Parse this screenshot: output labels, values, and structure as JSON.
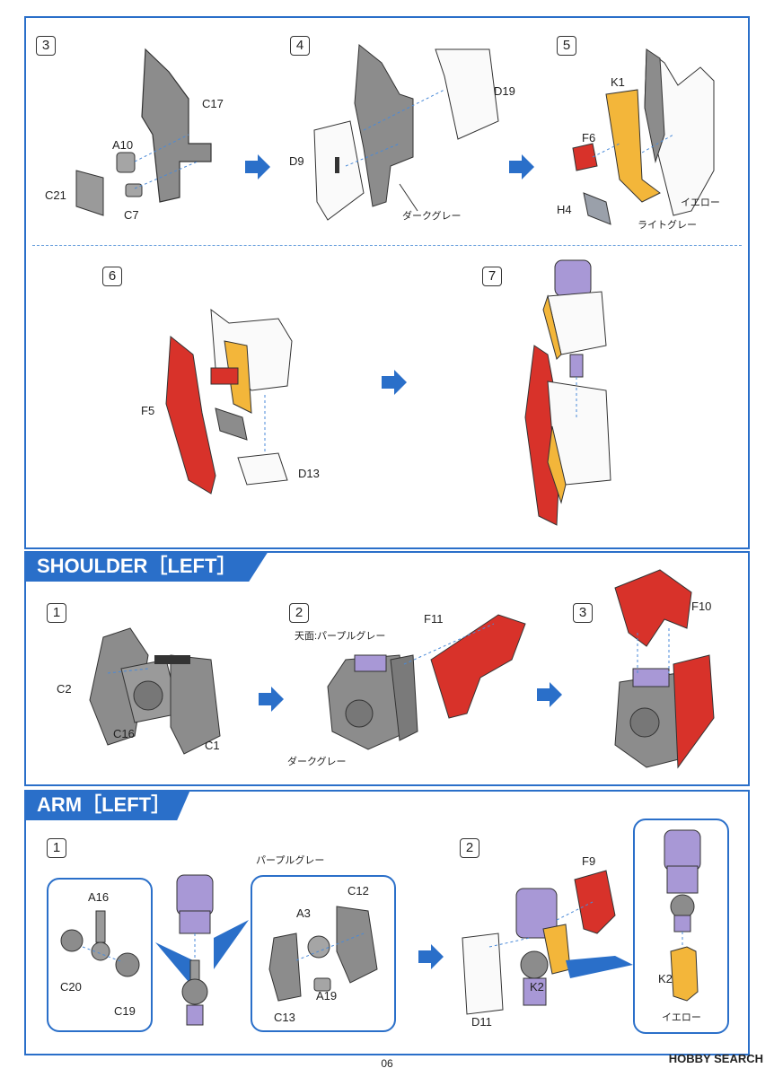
{
  "page_number": "06",
  "watermark": "HOBBY SEARCH",
  "sections": {
    "shoulder_title": "SHOULDER［LEFT］",
    "arm_title": "ARM［LEFT］"
  },
  "top_steps": {
    "s3": {
      "num": "3",
      "labels": [
        "C17",
        "A10",
        "C21",
        "C7"
      ]
    },
    "s4": {
      "num": "4",
      "labels": [
        "D19",
        "D9",
        "ダークグレー"
      ]
    },
    "s5": {
      "num": "5",
      "labels": [
        "K1",
        "F6",
        "イエロー",
        "H4",
        "ライトグレー"
      ]
    },
    "s6": {
      "num": "6",
      "labels": [
        "F5",
        "D13"
      ]
    },
    "s7": {
      "num": "7"
    }
  },
  "shoulder_steps": {
    "s1": {
      "num": "1",
      "labels": [
        "C2",
        "C16",
        "C1"
      ]
    },
    "s2": {
      "num": "2",
      "labels": [
        "天面:パープルグレー",
        "F11",
        "ダークグレー"
      ]
    },
    "s3": {
      "num": "3",
      "labels": [
        "F10"
      ]
    }
  },
  "arm_steps": {
    "s1": {
      "num": "1",
      "labels": [
        "A16",
        "C20",
        "C19",
        "パープルグレー",
        "A3",
        "C12",
        "C13",
        "A19"
      ]
    },
    "s2": {
      "num": "2",
      "labels": [
        "F9",
        "K2",
        "D11",
        "K2",
        "イエロー"
      ]
    }
  },
  "colors": {
    "accent_blue": "#2a6fc9",
    "part_gray": "#8c8c8c",
    "part_red": "#d8322a",
    "part_yellow": "#f3b63a",
    "part_purple": "#a898d6"
  }
}
